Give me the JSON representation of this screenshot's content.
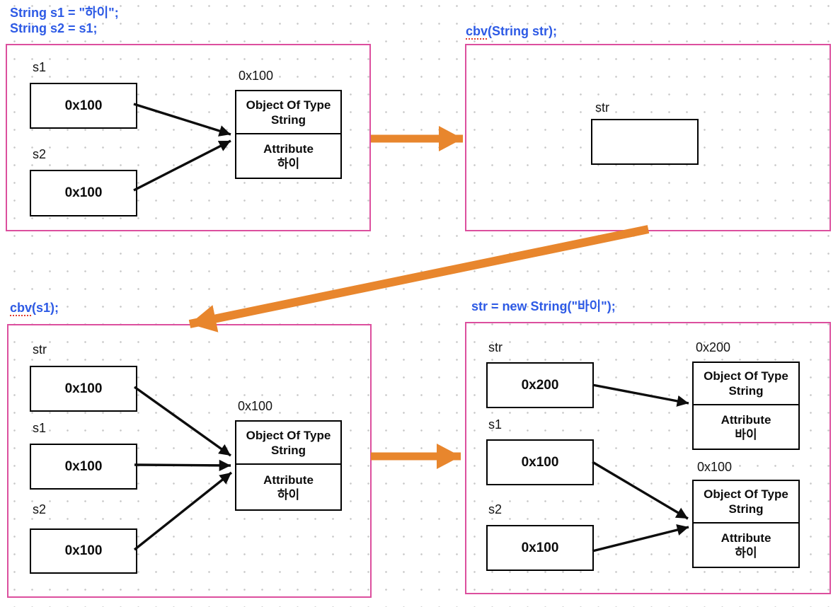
{
  "colors": {
    "panel_border": "#DC4F9E",
    "code_text": "#2D5AE5",
    "flow_arrow_orange": "#E8862D",
    "reference_arrow_black": "#0d0d0d",
    "squiggle_red": "#E03B30",
    "grid_dot_gray": "#C8C8C8"
  },
  "code": {
    "assign": {
      "line1": "String s1 = \"하이\";",
      "line2": "String s2 = s1;"
    },
    "cbv_decl": {
      "fn": "cbv",
      "rest": "(String str);"
    },
    "cbv_call": {
      "fn": "cbv",
      "rest": "(s1);"
    },
    "new_string": "str = new String(\"바이\");"
  },
  "panels": {
    "top_left": {
      "vars": [
        {
          "name": "s1",
          "value": "0x100"
        },
        {
          "name": "s2",
          "value": "0x100"
        }
      ],
      "heap": [
        {
          "address": "0x100",
          "type": "Object Of Type String",
          "attr_label": "Attribute",
          "attr_value": "하이"
        }
      ]
    },
    "top_right": {
      "vars": [
        {
          "name": "str",
          "value": ""
        }
      ]
    },
    "bottom_left": {
      "vars": [
        {
          "name": "str",
          "value": "0x100"
        },
        {
          "name": "s1",
          "value": "0x100"
        },
        {
          "name": "s2",
          "value": "0x100"
        }
      ],
      "heap": [
        {
          "address": "0x100",
          "type": "Object Of Type String",
          "attr_label": "Attribute",
          "attr_value": "하이"
        }
      ]
    },
    "bottom_right": {
      "vars": [
        {
          "name": "str",
          "value": "0x200"
        },
        {
          "name": "s1",
          "value": "0x100"
        },
        {
          "name": "s2",
          "value": "0x100"
        }
      ],
      "heap": [
        {
          "address": "0x200",
          "type": "Object Of Type String",
          "attr_label": "Attribute",
          "attr_value": "바이"
        },
        {
          "address": "0x100",
          "type": "Object Of Type String",
          "attr_label": "Attribute",
          "attr_value": "하이"
        }
      ]
    }
  }
}
